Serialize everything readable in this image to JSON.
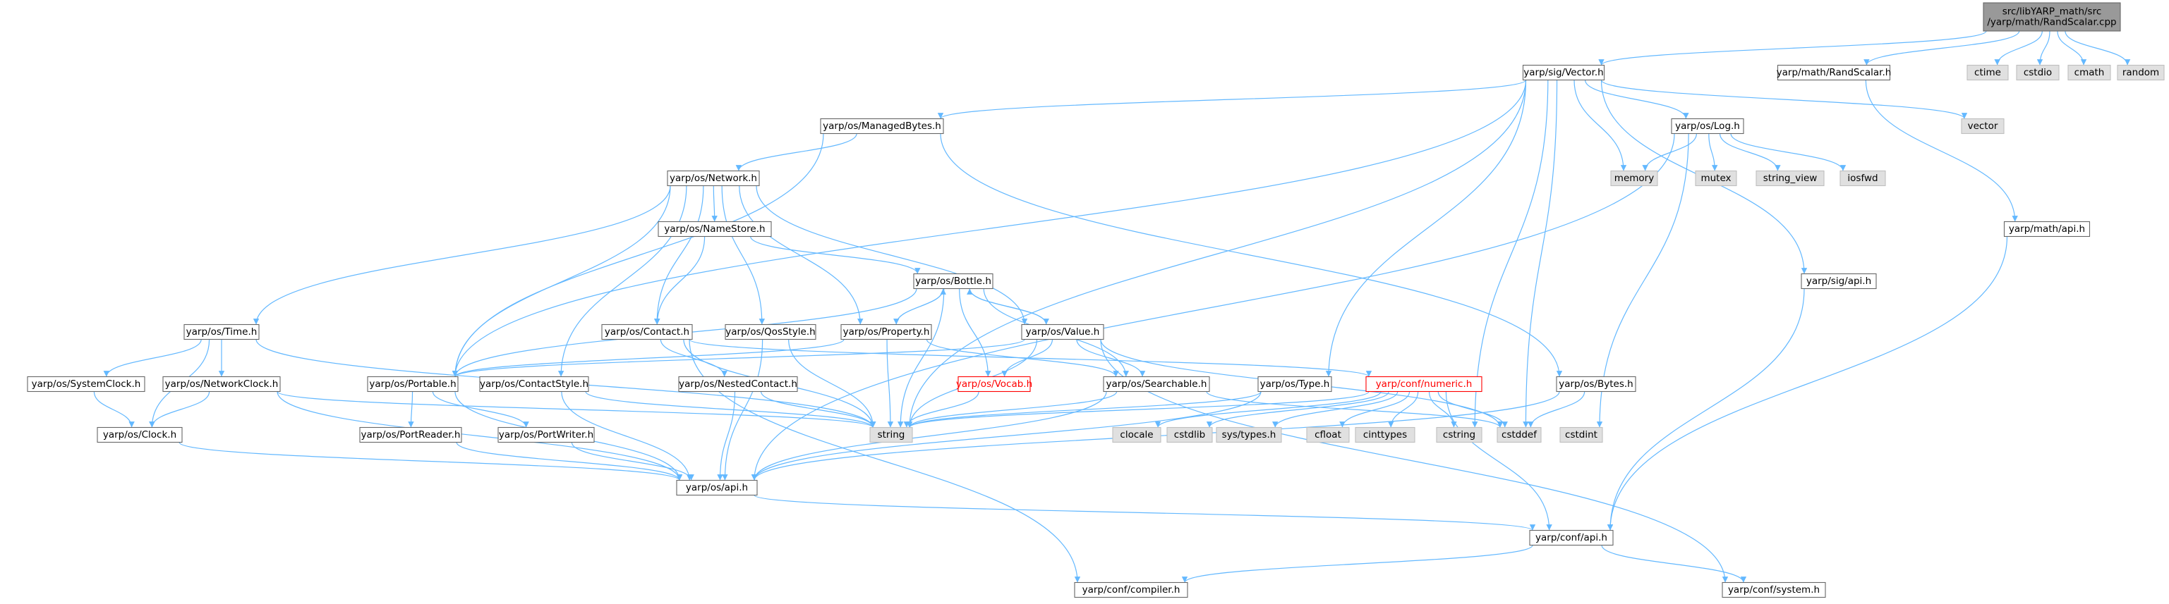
{
  "colors": {
    "edge": "#63b8ff",
    "node_fill": "#ffffff",
    "node_stroke": "#666666",
    "system_fill": "#e0e0e0",
    "system_stroke": "#bfbfbf",
    "root_fill": "#999999",
    "truncated_stroke": "#ff0000",
    "text": "#000000",
    "truncated_text": "#ff0000"
  },
  "nodes": [
    {
      "id": "root",
      "label": [
        "src/libYARP_math/src",
        "/yarp/math/RandScalar.cpp"
      ],
      "kind": "root"
    },
    {
      "id": "vector_h",
      "label": [
        "yarp/sig/Vector.h"
      ],
      "kind": "header"
    },
    {
      "id": "randscalar_h",
      "label": [
        "yarp/math/RandScalar.h"
      ],
      "kind": "header"
    },
    {
      "id": "ctime",
      "label": [
        "ctime"
      ],
      "kind": "system"
    },
    {
      "id": "cstdio",
      "label": [
        "cstdio"
      ],
      "kind": "system"
    },
    {
      "id": "cmath",
      "label": [
        "cmath"
      ],
      "kind": "system"
    },
    {
      "id": "random",
      "label": [
        "random"
      ],
      "kind": "system"
    },
    {
      "id": "managedbytes",
      "label": [
        "yarp/os/ManagedBytes.h"
      ],
      "kind": "header"
    },
    {
      "id": "log_h",
      "label": [
        "yarp/os/Log.h"
      ],
      "kind": "header"
    },
    {
      "id": "vector",
      "label": [
        "vector"
      ],
      "kind": "system"
    },
    {
      "id": "network",
      "label": [
        "yarp/os/Network.h"
      ],
      "kind": "header"
    },
    {
      "id": "memory",
      "label": [
        "memory"
      ],
      "kind": "system"
    },
    {
      "id": "mutex",
      "label": [
        "mutex"
      ],
      "kind": "system"
    },
    {
      "id": "string_view",
      "label": [
        "string_view"
      ],
      "kind": "system"
    },
    {
      "id": "iosfwd",
      "label": [
        "iosfwd"
      ],
      "kind": "system"
    },
    {
      "id": "math_api",
      "label": [
        "yarp/math/api.h"
      ],
      "kind": "header"
    },
    {
      "id": "namestore",
      "label": [
        "yarp/os/NameStore.h"
      ],
      "kind": "header"
    },
    {
      "id": "sig_api",
      "label": [
        "yarp/sig/api.h"
      ],
      "kind": "header"
    },
    {
      "id": "bottle",
      "label": [
        "yarp/os/Bottle.h"
      ],
      "kind": "header"
    },
    {
      "id": "time",
      "label": [
        "yarp/os/Time.h"
      ],
      "kind": "header"
    },
    {
      "id": "contact",
      "label": [
        "yarp/os/Contact.h"
      ],
      "kind": "header"
    },
    {
      "id": "qosstyle",
      "label": [
        "yarp/os/QosStyle.h"
      ],
      "kind": "header"
    },
    {
      "id": "property",
      "label": [
        "yarp/os/Property.h"
      ],
      "kind": "header"
    },
    {
      "id": "value",
      "label": [
        "yarp/os/Value.h"
      ],
      "kind": "header"
    },
    {
      "id": "systemclock",
      "label": [
        "yarp/os/SystemClock.h"
      ],
      "kind": "header"
    },
    {
      "id": "networkclock",
      "label": [
        "yarp/os/NetworkClock.h"
      ],
      "kind": "header"
    },
    {
      "id": "portable",
      "label": [
        "yarp/os/Portable.h"
      ],
      "kind": "header"
    },
    {
      "id": "contactstyle",
      "label": [
        "yarp/os/ContactStyle.h"
      ],
      "kind": "header"
    },
    {
      "id": "nestedcontact",
      "label": [
        "yarp/os/NestedContact.h"
      ],
      "kind": "header"
    },
    {
      "id": "vocab",
      "label": [
        "yarp/os/Vocab.h"
      ],
      "kind": "truncated"
    },
    {
      "id": "searchable",
      "label": [
        "yarp/os/Searchable.h"
      ],
      "kind": "header"
    },
    {
      "id": "type_h",
      "label": [
        "yarp/os/Type.h"
      ],
      "kind": "header"
    },
    {
      "id": "numeric",
      "label": [
        "yarp/conf/numeric.h"
      ],
      "kind": "truncated"
    },
    {
      "id": "bytes",
      "label": [
        "yarp/os/Bytes.h"
      ],
      "kind": "header"
    },
    {
      "id": "clock",
      "label": [
        "yarp/os/Clock.h"
      ],
      "kind": "header"
    },
    {
      "id": "portreader",
      "label": [
        "yarp/os/PortReader.h"
      ],
      "kind": "header"
    },
    {
      "id": "portwriter",
      "label": [
        "yarp/os/PortWriter.h"
      ],
      "kind": "header"
    },
    {
      "id": "string",
      "label": [
        "string"
      ],
      "kind": "system"
    },
    {
      "id": "clocale",
      "label": [
        "clocale"
      ],
      "kind": "system"
    },
    {
      "id": "cstdlib",
      "label": [
        "cstdlib"
      ],
      "kind": "system"
    },
    {
      "id": "systypes",
      "label": [
        "sys/types.h"
      ],
      "kind": "system"
    },
    {
      "id": "cfloat",
      "label": [
        "cfloat"
      ],
      "kind": "system"
    },
    {
      "id": "cinttypes",
      "label": [
        "cinttypes"
      ],
      "kind": "system"
    },
    {
      "id": "cstring",
      "label": [
        "cstring"
      ],
      "kind": "system"
    },
    {
      "id": "cstddef",
      "label": [
        "cstddef"
      ],
      "kind": "system"
    },
    {
      "id": "cstdint",
      "label": [
        "cstdint"
      ],
      "kind": "system"
    },
    {
      "id": "os_api",
      "label": [
        "yarp/os/api.h"
      ],
      "kind": "header"
    },
    {
      "id": "conf_api",
      "label": [
        "yarp/conf/api.h"
      ],
      "kind": "header"
    },
    {
      "id": "compiler",
      "label": [
        "yarp/conf/compiler.h"
      ],
      "kind": "header"
    },
    {
      "id": "system",
      "label": [
        "yarp/conf/system.h"
      ],
      "kind": "header"
    }
  ],
  "edges": [
    [
      "root",
      "vector_h"
    ],
    [
      "root",
      "randscalar_h"
    ],
    [
      "root",
      "ctime"
    ],
    [
      "root",
      "cstdio"
    ],
    [
      "root",
      "cmath"
    ],
    [
      "root",
      "random"
    ],
    [
      "vector_h",
      "managedbytes"
    ],
    [
      "vector_h",
      "log_h"
    ],
    [
      "vector_h",
      "vector"
    ],
    [
      "vector_h",
      "memory"
    ],
    [
      "vector_h",
      "cstring"
    ],
    [
      "vector_h",
      "cstddef"
    ],
    [
      "vector_h",
      "sig_api"
    ],
    [
      "vector_h",
      "portable"
    ],
    [
      "vector_h",
      "type_h"
    ],
    [
      "vector_h",
      "string"
    ],
    [
      "randscalar_h",
      "math_api"
    ],
    [
      "managedbytes",
      "network"
    ],
    [
      "managedbytes",
      "portable"
    ],
    [
      "managedbytes",
      "bytes"
    ],
    [
      "log_h",
      "memory"
    ],
    [
      "log_h",
      "mutex"
    ],
    [
      "log_h",
      "string_view"
    ],
    [
      "log_h",
      "iosfwd"
    ],
    [
      "log_h",
      "cstdint"
    ],
    [
      "log_h",
      "os_api"
    ],
    [
      "network",
      "namestore"
    ],
    [
      "network",
      "time"
    ],
    [
      "network",
      "contact"
    ],
    [
      "network",
      "qosstyle"
    ],
    [
      "network",
      "property"
    ],
    [
      "network",
      "value"
    ],
    [
      "network",
      "contactstyle"
    ],
    [
      "network",
      "portable"
    ],
    [
      "namestore",
      "bottle"
    ],
    [
      "namestore",
      "contact"
    ],
    [
      "math_api",
      "conf_api"
    ],
    [
      "sig_api",
      "conf_api"
    ],
    [
      "bottle",
      "property"
    ],
    [
      "bottle",
      "value"
    ],
    [
      "bottle",
      "vocab"
    ],
    [
      "bottle",
      "searchable"
    ],
    [
      "bottle",
      "portable"
    ],
    [
      "bottle",
      "string"
    ],
    [
      "time",
      "systemclock"
    ],
    [
      "time",
      "networkclock"
    ],
    [
      "time",
      "clock"
    ],
    [
      "time",
      "string"
    ],
    [
      "contact",
      "nestedcontact"
    ],
    [
      "contact",
      "string"
    ],
    [
      "contact",
      "compiler"
    ],
    [
      "contact",
      "numeric"
    ],
    [
      "qosstyle",
      "os_api"
    ],
    [
      "qosstyle",
      "string"
    ],
    [
      "property",
      "bottle"
    ],
    [
      "property",
      "searchable"
    ],
    [
      "property",
      "string"
    ],
    [
      "property",
      "portable"
    ],
    [
      "value",
      "bottle"
    ],
    [
      "value",
      "vocab"
    ],
    [
      "value",
      "searchable"
    ],
    [
      "value",
      "portable"
    ],
    [
      "value",
      "string"
    ],
    [
      "value",
      "cstddef"
    ],
    [
      "value",
      "system"
    ],
    [
      "systemclock",
      "clock"
    ],
    [
      "networkclock",
      "clock"
    ],
    [
      "networkclock",
      "os_api"
    ],
    [
      "networkclock",
      "string"
    ],
    [
      "portable",
      "portreader"
    ],
    [
      "portable",
      "portwriter"
    ],
    [
      "portable",
      "os_api"
    ],
    [
      "contactstyle",
      "os_api"
    ],
    [
      "contactstyle",
      "string"
    ],
    [
      "nestedcontact",
      "os_api"
    ],
    [
      "nestedcontact",
      "string"
    ],
    [
      "vocab",
      "string"
    ],
    [
      "searchable",
      "os_api"
    ],
    [
      "searchable",
      "string"
    ],
    [
      "searchable",
      "cstddef"
    ],
    [
      "type_h",
      "os_api"
    ],
    [
      "type_h",
      "string"
    ],
    [
      "numeric",
      "clocale"
    ],
    [
      "numeric",
      "cstdlib"
    ],
    [
      "numeric",
      "systypes"
    ],
    [
      "numeric",
      "cfloat"
    ],
    [
      "numeric",
      "cinttypes"
    ],
    [
      "numeric",
      "cstring"
    ],
    [
      "numeric",
      "cstddef"
    ],
    [
      "numeric",
      "string"
    ],
    [
      "numeric",
      "conf_api"
    ],
    [
      "bytes",
      "cstddef"
    ],
    [
      "bytes",
      "os_api"
    ],
    [
      "clock",
      "os_api"
    ],
    [
      "portreader",
      "os_api"
    ],
    [
      "portwriter",
      "os_api"
    ],
    [
      "os_api",
      "conf_api"
    ],
    [
      "conf_api",
      "compiler"
    ],
    [
      "conf_api",
      "system"
    ]
  ]
}
